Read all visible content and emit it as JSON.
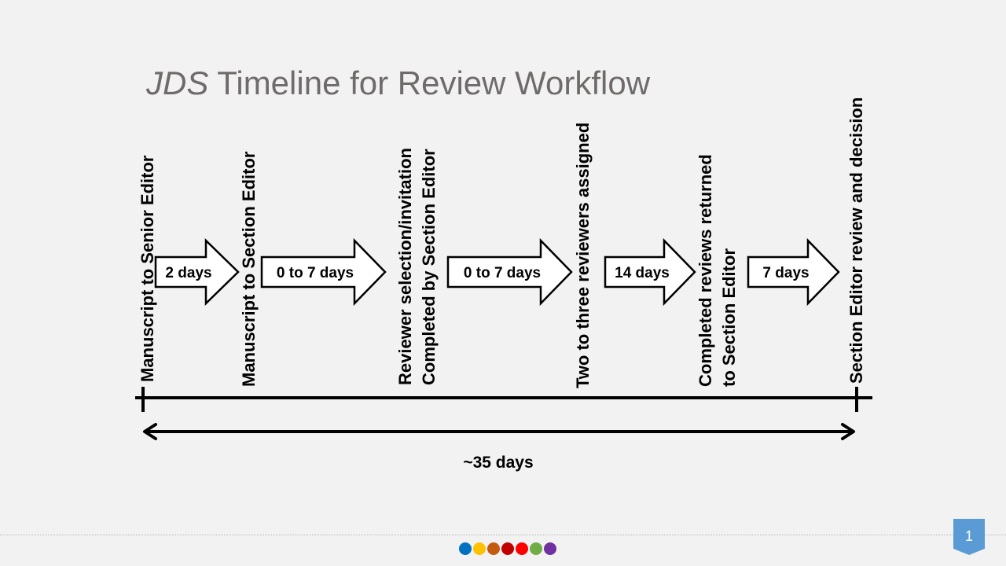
{
  "slide": {
    "title_italic": "JDS",
    "title_rest": " Timeline for Review Workflow",
    "page_number": "1"
  },
  "milestones": [
    {
      "lines": [
        "Manuscript to Senior Editor"
      ]
    },
    {
      "lines": [
        "Manuscript to Section Editor"
      ]
    },
    {
      "lines": [
        "Reviewer selection/invitation",
        "Completed  by Section Editor"
      ]
    },
    {
      "lines": [
        "Two to three reviewers assigned"
      ]
    },
    {
      "lines": [
        "Completed reviews returned",
        "to  Section Editor"
      ]
    },
    {
      "lines": [
        "Section Editor review and decision"
      ]
    }
  ],
  "steps": [
    {
      "label": "2 days"
    },
    {
      "label": "0 to 7 days"
    },
    {
      "label": "0 to 7 days"
    },
    {
      "label": "14 days"
    },
    {
      "label": "7 days"
    }
  ],
  "total": {
    "label": "~35 days"
  },
  "colors": {
    "title": "#6f6b6b",
    "badge": "#5b9bd5",
    "footer_dots": [
      "#0070c0",
      "#ffc000",
      "#c55a11",
      "#c00000",
      "#ff0000",
      "#70ad47",
      "#7030a0"
    ]
  }
}
